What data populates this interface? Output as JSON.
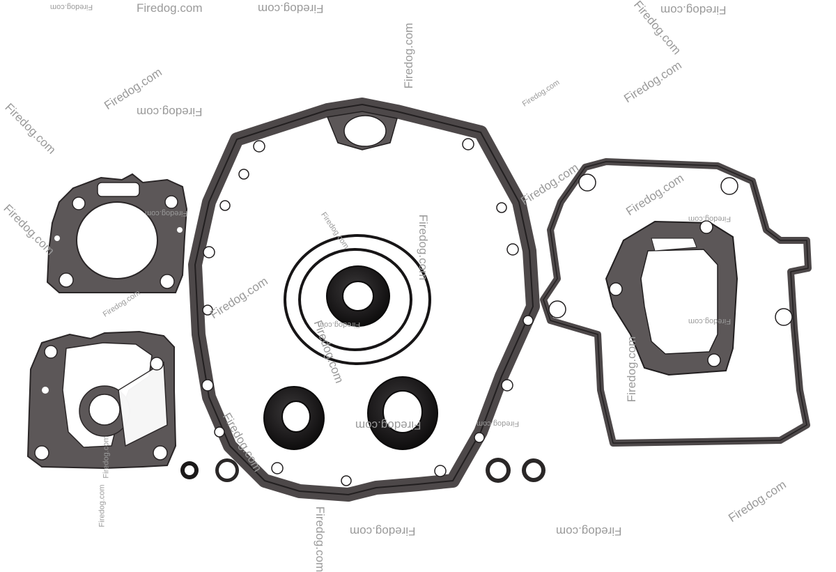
{
  "watermark": {
    "text": "Firedog.com"
  },
  "colors": {
    "background": "#ffffff",
    "gasket_sheet": "#5c5758",
    "gasket_edge": "#2a2627",
    "rubber_seal": "#1e1c1d",
    "watermark": "#9a9a9a"
  },
  "parts": [
    "upper-left-gasket",
    "lower-left-gasket",
    "center-large-gasket",
    "right-gasket",
    "o-ring-large",
    "o-ring-medium",
    "oil-seal-top",
    "oil-seal-bottom-left",
    "oil-seal-bottom-right",
    "small-washer-1",
    "small-washer-2",
    "small-washer-3",
    "small-washer-4"
  ]
}
